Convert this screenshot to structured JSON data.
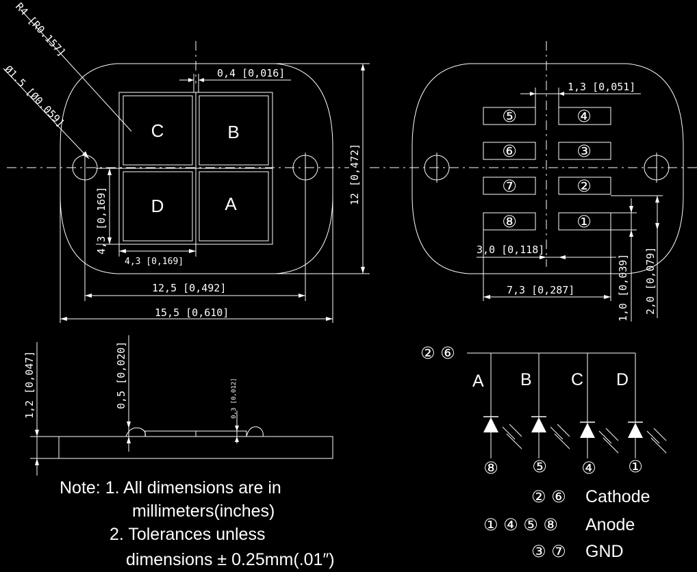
{
  "front_view": {
    "corner_radius": "R4 [R0.157]",
    "hole_dia": "Ø1.5 [Ø0.059]",
    "gap": "0,4 [0,016]",
    "height": "12 [0,472]",
    "chip_side": "4,3 [0,169]",
    "chip_height": "4,3 [0,169]",
    "hole_spacing": "12,5 [0,492]",
    "width": "15,5 [0,610]",
    "dies": [
      "C",
      "B",
      "D",
      "A"
    ]
  },
  "back_view": {
    "pad_gap": "1,3 [0,051]",
    "pad_offset": "3,0 [0,118]",
    "pad_span": "7,3 [0,287]",
    "pad_h1": "1,0 [0,039]",
    "pad_h2": "2,0 [0,079]",
    "pads_left": [
      "⑤",
      "⑥",
      "⑦",
      "⑧"
    ],
    "pads_right": [
      "④",
      "③",
      "②",
      "①"
    ]
  },
  "side_view": {
    "total_h": "1,2 [0,047]",
    "dome_h": "0,5 [0,020]",
    "small_h": "0,3 [0,012]"
  },
  "schematic": {
    "common_pins": "② ⑥",
    "channels": [
      "A",
      "B",
      "C",
      "D"
    ],
    "bottom_pins": [
      "⑧",
      "⑤",
      "④",
      "①"
    ]
  },
  "legend": {
    "cathode_pins": "② ⑥",
    "cathode_label": "Cathode",
    "anode_pins": "① ④ ⑤ ⑧",
    "anode_label": "Anode",
    "gnd_pins": "③ ⑦",
    "gnd_label": "GND"
  },
  "notes": {
    "line1": "Note: 1. All dimensions are in",
    "line2": "millimeters(inches)",
    "line3": "2. Tolerances unless",
    "line4": "dimensions ± 0.25mm(.01″)"
  }
}
